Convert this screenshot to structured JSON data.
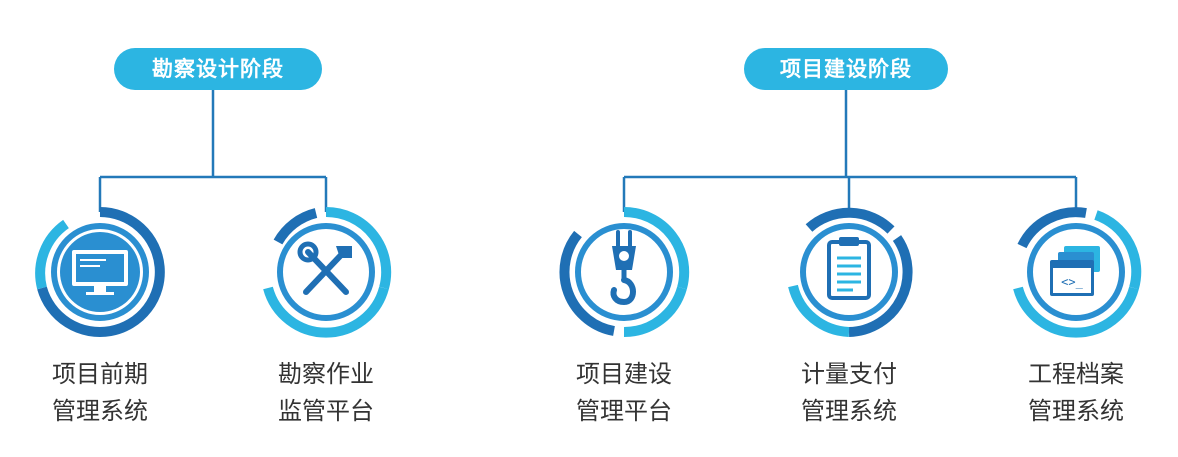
{
  "colors": {
    "accent": "#2cb5e2",
    "dark": "#1f6fb4",
    "mid": "#2a8fd1",
    "line": "#2379b9",
    "text": "#333333"
  },
  "phases": [
    {
      "title": "勘察设计阶段"
    },
    {
      "title": "项目建设阶段"
    }
  ],
  "systems": [
    {
      "line1": "项目前期",
      "line2": "管理系统",
      "icon": "monitor-icon"
    },
    {
      "line1": "勘察作业",
      "line2": "监管平台",
      "icon": "tools-icon"
    },
    {
      "line1": "项目建设",
      "line2": "管理平台",
      "icon": "crane-hook-icon"
    },
    {
      "line1": "计量支付",
      "line2": "管理系统",
      "icon": "clipboard-icon"
    },
    {
      "line1": "工程档案",
      "line2": "管理系统",
      "icon": "code-window-icon"
    }
  ]
}
